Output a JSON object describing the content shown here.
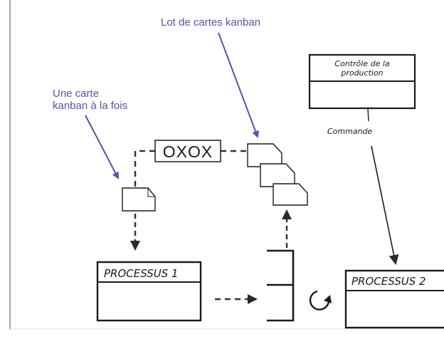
{
  "annotations": {
    "batch_cards": "Lot de cartes kanban",
    "one_card_line1": "Une carte",
    "one_card_line2": "kanban à la fois"
  },
  "signal_board": "OXOX",
  "production_control": {
    "line1": "Contrôle de la",
    "line2": "production"
  },
  "command_label": "Commande",
  "process1": {
    "label": "PROCESSUS 1"
  },
  "process2": {
    "label": "PROCESSUS 2"
  },
  "colors": {
    "annotation": "#5a4fb2",
    "ink": "#1a1a1a",
    "dashed": "#333333",
    "left_rule": "#888888"
  }
}
